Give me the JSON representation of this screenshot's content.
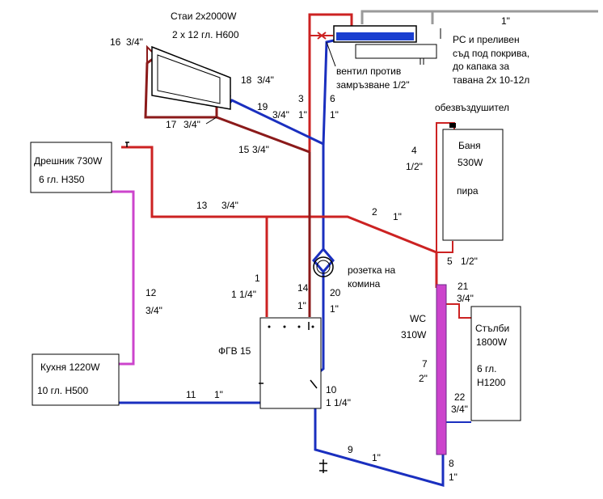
{
  "colors": {
    "red": "#cc2222",
    "dark_red": "#8b1a1a",
    "blue": "#1a2fbf",
    "magenta": "#cc44cc",
    "grey": "#9a9a9a",
    "tank_blue": "#1a3fd0"
  },
  "equipment": {
    "drying_room": {
      "title": "Дрешник 730W",
      "spec": "6 гл. Н350"
    },
    "kitchen": {
      "title": "Кухня 1220W",
      "spec": "10 гл. Н500"
    },
    "bathroom": {
      "title": "Баня",
      "power": "530W",
      "type": "пира"
    },
    "stairs": {
      "title": "Стълби",
      "power": "1800W",
      "spec1": "6 гл.",
      "spec2": "Н1200"
    },
    "rooms": {
      "title": "Стаи 2х2000W",
      "spec": "2 х 12 гл. Н600"
    },
    "boiler": {
      "label": "ФГВ 15"
    },
    "expansion_tank": {
      "size": "1\"",
      "line1": "РС и преливен",
      "line2": "съд под покрива,",
      "line3": "до капака за",
      "line4": "тавана 2х 10-12л"
    },
    "anti_freeze_valve": {
      "line1": "вентил против",
      "line2": "замръзване 1/2\""
    },
    "air_vent": {
      "label": "обезвъздушител"
    },
    "chimney_socket": {
      "line1": "розетка на",
      "line2": "комина"
    },
    "wc": {
      "label": "WC",
      "power": "310W"
    }
  },
  "pipes": [
    {
      "num": "1",
      "size": "1 1/4\""
    },
    {
      "num": "2",
      "size": "1\""
    },
    {
      "num": "3",
      "size": "1\""
    },
    {
      "num": "4",
      "size": "1/2\""
    },
    {
      "num": "5",
      "size": "1/2\""
    },
    {
      "num": "6",
      "size": "1\""
    },
    {
      "num": "7",
      "size": "2\""
    },
    {
      "num": "8",
      "size": "1\""
    },
    {
      "num": "9",
      "size": "1\""
    },
    {
      "num": "10",
      "size": "1 1/4\""
    },
    {
      "num": "11",
      "size": "1\""
    },
    {
      "num": "12",
      "size": "3/4\""
    },
    {
      "num": "13",
      "size": "3/4\""
    },
    {
      "num": "14",
      "size": "1\""
    },
    {
      "num": "15",
      "size": "3/4\""
    },
    {
      "num": "16",
      "size": "3/4\""
    },
    {
      "num": "17",
      "size": "3/4\""
    },
    {
      "num": "18",
      "size": "3/4\""
    },
    {
      "num": "19",
      "size": "3/4\""
    },
    {
      "num": "20",
      "size": "1\""
    },
    {
      "num": "21",
      "size": "3/4\""
    },
    {
      "num": "22",
      "size": "3/4\""
    }
  ]
}
